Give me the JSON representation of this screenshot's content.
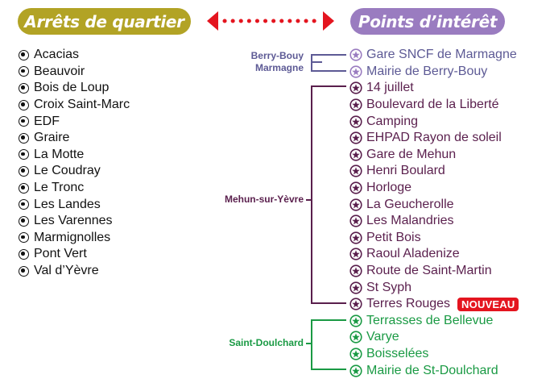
{
  "header": {
    "left_title": "Arrêts de quartier",
    "right_title": "Points d’intérêt"
  },
  "colors": {
    "olive": "#b2a325",
    "lavender": "#9a7cc0",
    "dark_purple": "#5a1f4d",
    "slate_purple": "#5d5a95",
    "green": "#1a9a44",
    "red": "#e4151f"
  },
  "stops": [
    {
      "label": "Acacias"
    },
    {
      "label": "Beauvoir"
    },
    {
      "label": "Bois de Loup"
    },
    {
      "label": "Croix Saint-Marc"
    },
    {
      "label": "EDF"
    },
    {
      "label": "Graire"
    },
    {
      "label": "La Motte"
    },
    {
      "label": "Le Coudray"
    },
    {
      "label": "Le Tronc"
    },
    {
      "label": "Les Landes"
    },
    {
      "label": "Les Varennes"
    },
    {
      "label": "Marmignolles"
    },
    {
      "label": "Pont Vert"
    },
    {
      "label": "Val d’Yèvre"
    }
  ],
  "zones": {
    "berry_label_1": "Berry-Bouy",
    "berry_label_2": "Marmagne",
    "mehun_label": "Mehun-sur-Yèvre",
    "doulchard_label": "Saint-Doulchard"
  },
  "pois": [
    {
      "label": "Gare SNCF de Marmagne",
      "group": "berry"
    },
    {
      "label": "Mairie de Berry-Bouy",
      "group": "berry"
    },
    {
      "label": "14 juillet",
      "group": "mehun"
    },
    {
      "label": "Boulevard de la Liberté",
      "group": "mehun"
    },
    {
      "label": "Camping",
      "group": "mehun"
    },
    {
      "label": "EHPAD Rayon de soleil",
      "group": "mehun"
    },
    {
      "label": "Gare de Mehun",
      "group": "mehun"
    },
    {
      "label": "Henri Boulard",
      "group": "mehun"
    },
    {
      "label": "Horloge",
      "group": "mehun"
    },
    {
      "label": "La Geucherolle",
      "group": "mehun"
    },
    {
      "label": "Les Malandries",
      "group": "mehun"
    },
    {
      "label": "Petit Bois",
      "group": "mehun"
    },
    {
      "label": "Raoul Aladenize",
      "group": "mehun"
    },
    {
      "label": "Route de Saint-Martin",
      "group": "mehun"
    },
    {
      "label": "St Syph",
      "group": "mehun"
    },
    {
      "label": "Terres Rouges",
      "group": "mehun",
      "badge": "NOUVEAU"
    },
    {
      "label": "Terrasses de Bellevue",
      "group": "doulchard"
    },
    {
      "label": "Varye",
      "group": "doulchard"
    },
    {
      "label": "Boisselées",
      "group": "doulchard"
    },
    {
      "label": "Mairie de St-Doulchard",
      "group": "doulchard"
    }
  ]
}
